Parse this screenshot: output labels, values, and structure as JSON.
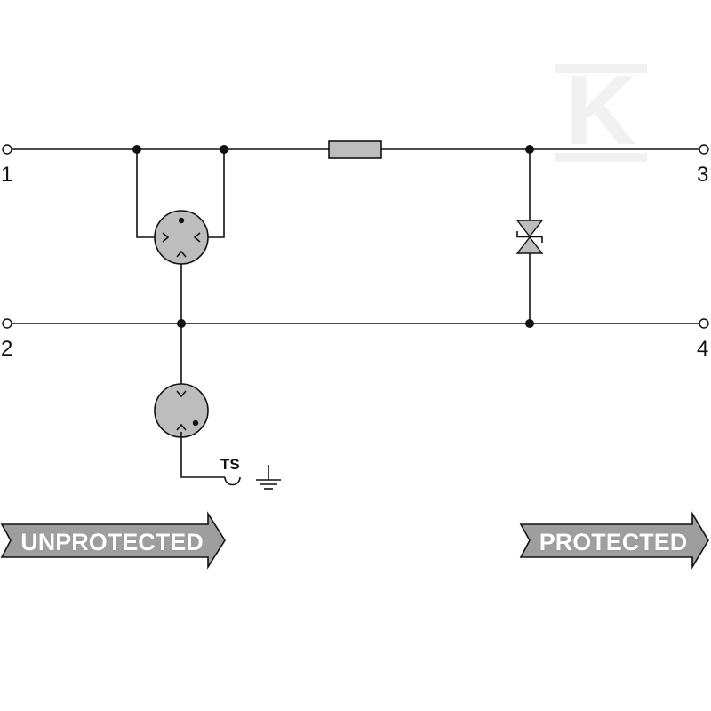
{
  "terminals": {
    "t1": "1",
    "t2": "2",
    "t3": "3",
    "t4": "4"
  },
  "switch_label": "TS",
  "banners": {
    "unprotected": "UNPROTECTED",
    "protected": "PROTECTED"
  },
  "colors": {
    "wire": "#111111",
    "component_fill": "#bdbdbd",
    "banner_fill": "#9e9e9e",
    "banner_text": "#ffffff",
    "watermark": "#f1f1f1"
  },
  "watermark_letter": "K"
}
